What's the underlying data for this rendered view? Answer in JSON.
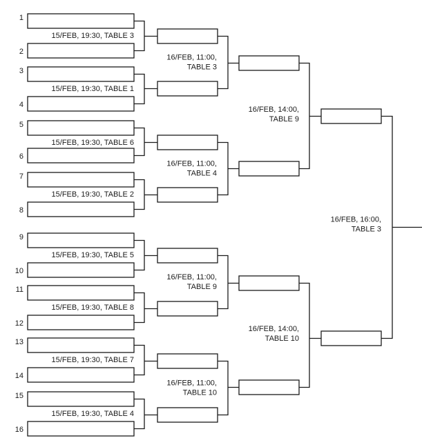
{
  "bracket": {
    "round1": [
      {
        "seeds": [
          "1",
          "2"
        ],
        "label": "15/FEB, 19:30, TABLE 3"
      },
      {
        "seeds": [
          "3",
          "4"
        ],
        "label": "15/FEB, 19:30, TABLE 1"
      },
      {
        "seeds": [
          "5",
          "6"
        ],
        "label": "15/FEB, 19:30, TABLE 6"
      },
      {
        "seeds": [
          "7",
          "8"
        ],
        "label": "15/FEB, 19:30, TABLE 2"
      },
      {
        "seeds": [
          "9",
          "10"
        ],
        "label": "15/FEB, 19:30, TABLE 5"
      },
      {
        "seeds": [
          "11",
          "12"
        ],
        "label": "15/FEB, 19:30, TABLE 8"
      },
      {
        "seeds": [
          "13",
          "14"
        ],
        "label": "15/FEB, 19:30, TABLE 7"
      },
      {
        "seeds": [
          "15",
          "16"
        ],
        "label": "15/FEB, 19:30, TABLE 4"
      }
    ],
    "quarterfinals": [
      {
        "label": [
          "16/FEB, 11:00,",
          "TABLE 3"
        ]
      },
      {
        "label": [
          "16/FEB, 11:00,",
          "TABLE 4"
        ]
      },
      {
        "label": [
          "16/FEB, 11:00,",
          "TABLE 9"
        ]
      },
      {
        "label": [
          "16/FEB, 11:00,",
          "TABLE 10"
        ]
      }
    ],
    "semifinals": [
      {
        "label": [
          "16/FEB, 14:00,",
          "TABLE 9"
        ]
      },
      {
        "label": [
          "16/FEB, 14:00,",
          "TABLE 10"
        ]
      }
    ],
    "final": {
      "label": [
        "16/FEB, 16:00,",
        "TABLE 3"
      ]
    }
  }
}
